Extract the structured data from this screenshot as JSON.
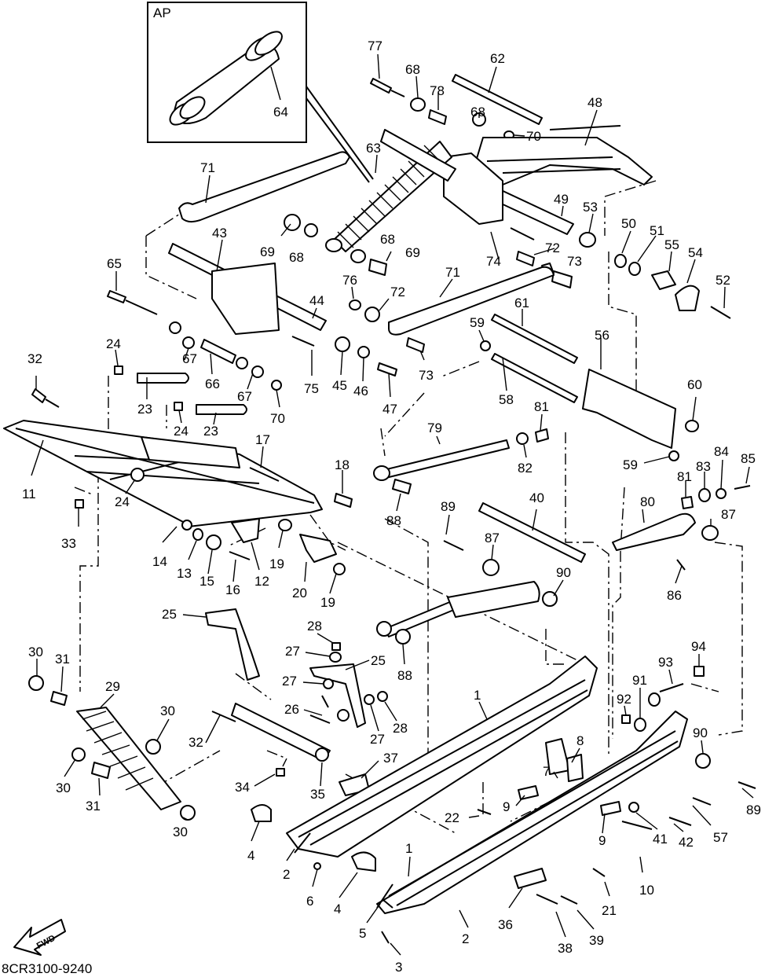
{
  "inset_label": "AP",
  "drawing_code": "8CR3100-9240",
  "fwd_label": "FWD",
  "callouts": [
    {
      "id": "c-77",
      "label": "77"
    },
    {
      "id": "c-68a",
      "label": "68"
    },
    {
      "id": "c-62",
      "label": "62"
    },
    {
      "id": "c-78",
      "label": "78"
    },
    {
      "id": "c-68b",
      "label": "68"
    },
    {
      "id": "c-70a",
      "label": "70"
    },
    {
      "id": "c-48",
      "label": "48"
    },
    {
      "id": "c-64",
      "label": "64"
    },
    {
      "id": "c-63",
      "label": "63"
    },
    {
      "id": "c-71a",
      "label": "71"
    },
    {
      "id": "c-49",
      "label": "49"
    },
    {
      "id": "c-53",
      "label": "53"
    },
    {
      "id": "c-69a",
      "label": "69"
    },
    {
      "id": "c-68c",
      "label": "68"
    },
    {
      "id": "c-43",
      "label": "43"
    },
    {
      "id": "c-68d",
      "label": "68"
    },
    {
      "id": "c-69b",
      "label": "69"
    },
    {
      "id": "c-74",
      "label": "74"
    },
    {
      "id": "c-72a",
      "label": "72"
    },
    {
      "id": "c-73a",
      "label": "73"
    },
    {
      "id": "c-50",
      "label": "50"
    },
    {
      "id": "c-51",
      "label": "51"
    },
    {
      "id": "c-55",
      "label": "55"
    },
    {
      "id": "c-54",
      "label": "54"
    },
    {
      "id": "c-52",
      "label": "52"
    },
    {
      "id": "c-65",
      "label": "65"
    },
    {
      "id": "c-76",
      "label": "76"
    },
    {
      "id": "c-72b",
      "label": "72"
    },
    {
      "id": "c-71b",
      "label": "71"
    },
    {
      "id": "c-61",
      "label": "61"
    },
    {
      "id": "c-44",
      "label": "44"
    },
    {
      "id": "c-59a",
      "label": "59"
    },
    {
      "id": "c-56",
      "label": "56"
    },
    {
      "id": "c-24a",
      "label": "24"
    },
    {
      "id": "c-32a",
      "label": "32"
    },
    {
      "id": "c-67a",
      "label": "67"
    },
    {
      "id": "c-66",
      "label": "66"
    },
    {
      "id": "c-75",
      "label": "75"
    },
    {
      "id": "c-45",
      "label": "45"
    },
    {
      "id": "c-46",
      "label": "46"
    },
    {
      "id": "c-47",
      "label": "47"
    },
    {
      "id": "c-73b",
      "label": "73"
    },
    {
      "id": "c-23a",
      "label": "23"
    },
    {
      "id": "c-67b",
      "label": "67"
    },
    {
      "id": "c-70b",
      "label": "70"
    },
    {
      "id": "c-58",
      "label": "58"
    },
    {
      "id": "c-60",
      "label": "60"
    },
    {
      "id": "c-24b",
      "label": "24"
    },
    {
      "id": "c-23b",
      "label": "23"
    },
    {
      "id": "c-81a",
      "label": "81"
    },
    {
      "id": "c-79",
      "label": "79"
    },
    {
      "id": "c-17",
      "label": "17"
    },
    {
      "id": "c-11",
      "label": "11"
    },
    {
      "id": "c-82",
      "label": "82"
    },
    {
      "id": "c-59b",
      "label": "59"
    },
    {
      "id": "c-84",
      "label": "84"
    },
    {
      "id": "c-85",
      "label": "85"
    },
    {
      "id": "c-83",
      "label": "83"
    },
    {
      "id": "c-18",
      "label": "18"
    },
    {
      "id": "c-24c",
      "label": "24"
    },
    {
      "id": "c-81b",
      "label": "81"
    },
    {
      "id": "c-33",
      "label": "33"
    },
    {
      "id": "c-88a",
      "label": "88"
    },
    {
      "id": "c-40",
      "label": "40"
    },
    {
      "id": "c-80",
      "label": "80"
    },
    {
      "id": "c-89a",
      "label": "89"
    },
    {
      "id": "c-87a",
      "label": "87"
    },
    {
      "id": "c-87b",
      "label": "87"
    },
    {
      "id": "c-14",
      "label": "14"
    },
    {
      "id": "c-13",
      "label": "13"
    },
    {
      "id": "c-15",
      "label": "15"
    },
    {
      "id": "c-16",
      "label": "16"
    },
    {
      "id": "c-12",
      "label": "12"
    },
    {
      "id": "c-19a",
      "label": "19"
    },
    {
      "id": "c-20",
      "label": "20"
    },
    {
      "id": "c-19b",
      "label": "19"
    },
    {
      "id": "c-90a",
      "label": "90"
    },
    {
      "id": "c-86",
      "label": "86"
    },
    {
      "id": "c-25a",
      "label": "25"
    },
    {
      "id": "c-28a",
      "label": "28"
    },
    {
      "id": "c-27a",
      "label": "27"
    },
    {
      "id": "c-25b",
      "label": "25"
    },
    {
      "id": "c-88b",
      "label": "88"
    },
    {
      "id": "c-94",
      "label": "94"
    },
    {
      "id": "c-30a",
      "label": "30"
    },
    {
      "id": "c-31a",
      "label": "31"
    },
    {
      "id": "c-27b",
      "label": "27"
    },
    {
      "id": "c-93",
      "label": "93"
    },
    {
      "id": "c-29",
      "label": "29"
    },
    {
      "id": "c-1a",
      "label": "1"
    },
    {
      "id": "c-91",
      "label": "91"
    },
    {
      "id": "c-92",
      "label": "92"
    },
    {
      "id": "c-30b",
      "label": "30"
    },
    {
      "id": "c-26",
      "label": "26"
    },
    {
      "id": "c-28b",
      "label": "28"
    },
    {
      "id": "c-27c",
      "label": "27"
    },
    {
      "id": "c-32b",
      "label": "32"
    },
    {
      "id": "c-8",
      "label": "8"
    },
    {
      "id": "c-90b",
      "label": "90"
    },
    {
      "id": "c-37",
      "label": "37"
    },
    {
      "id": "c-7",
      "label": "7"
    },
    {
      "id": "c-30c",
      "label": "30"
    },
    {
      "id": "c-34",
      "label": "34"
    },
    {
      "id": "c-35",
      "label": "35"
    },
    {
      "id": "c-31b",
      "label": "31"
    },
    {
      "id": "c-9a",
      "label": "9"
    },
    {
      "id": "c-89b",
      "label": "89"
    },
    {
      "id": "c-22",
      "label": "22"
    },
    {
      "id": "c-57",
      "label": "57"
    },
    {
      "id": "c-41",
      "label": "41"
    },
    {
      "id": "c-42",
      "label": "42"
    },
    {
      "id": "c-30d",
      "label": "30"
    },
    {
      "id": "c-9b",
      "label": "9"
    },
    {
      "id": "c-4a",
      "label": "4"
    },
    {
      "id": "c-2a",
      "label": "2"
    },
    {
      "id": "c-1b",
      "label": "1"
    },
    {
      "id": "c-10",
      "label": "10"
    },
    {
      "id": "c-6",
      "label": "6"
    },
    {
      "id": "c-4b",
      "label": "4"
    },
    {
      "id": "c-21",
      "label": "21"
    },
    {
      "id": "c-36",
      "label": "36"
    },
    {
      "id": "c-5",
      "label": "5"
    },
    {
      "id": "c-39",
      "label": "39"
    },
    {
      "id": "c-2b",
      "label": "2"
    },
    {
      "id": "c-38",
      "label": "38"
    },
    {
      "id": "c-3",
      "label": "3"
    }
  ]
}
